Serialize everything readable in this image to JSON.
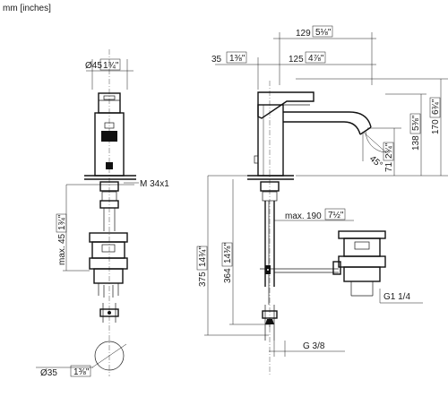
{
  "units_note": "mm [inches]",
  "labels": {
    "dia45": {
      "mm": "Ø45",
      "in": "1¾\""
    },
    "dia35": {
      "mm": "Ø35",
      "in": "1⅜\""
    },
    "thread": "M 34x1",
    "max45": {
      "prefix": "max.",
      "mm": "45",
      "in": "1¾\""
    },
    "d129": {
      "mm": "129",
      "in": "5⅛\""
    },
    "d35": {
      "mm": "35",
      "in": "1⅜\""
    },
    "d125": {
      "mm": "125",
      "in": "4⅞\""
    },
    "d170": {
      "mm": "170",
      "in": "6¾\""
    },
    "d138": {
      "mm": "138",
      "in": "5⅜\""
    },
    "d71": {
      "mm": "71",
      "in": "2¾\""
    },
    "angle": "45°",
    "max190": {
      "prefix": "max.",
      "mm": "190",
      "in": "7½\""
    },
    "d375": {
      "mm": "375",
      "in": "14¾\""
    },
    "d364": {
      "mm": "364",
      "in": "14⅜\""
    },
    "g114": "G1 1/4",
    "g38": "G 3/8"
  }
}
